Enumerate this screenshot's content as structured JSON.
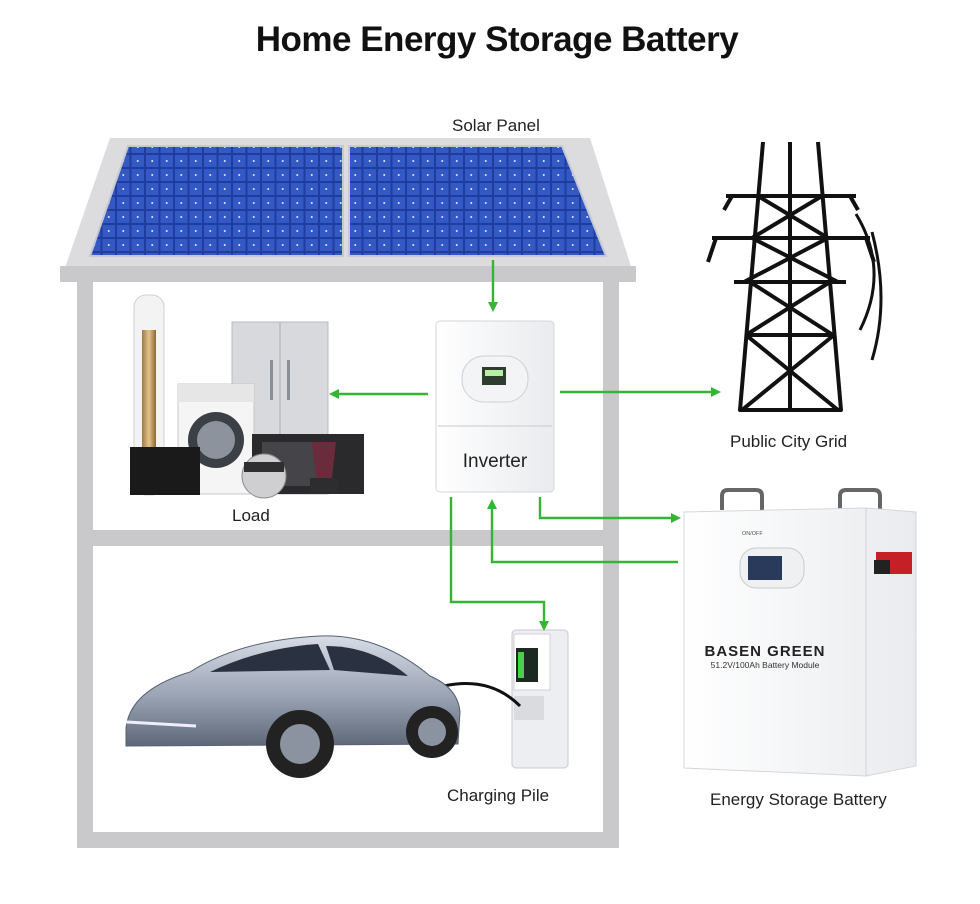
{
  "title": "Home Energy Storage Battery",
  "labels": {
    "solar_panel": "Solar Panel",
    "load": "Load",
    "inverter": "Inverter",
    "public_city_grid": "Public City Grid",
    "energy_storage_battery": "Energy Storage Battery",
    "charging_pile": "Charging Pile"
  },
  "battery_device": {
    "brand": "BASEN GREEN",
    "model": "51.2V/100Ah Battery Module",
    "switch_label": "ON/OFF"
  },
  "colors": {
    "flow_arrow": "#35b533",
    "house_frame": "#c9c9cb",
    "solar_cell": "#2b4fb6",
    "tower": "#111111"
  }
}
